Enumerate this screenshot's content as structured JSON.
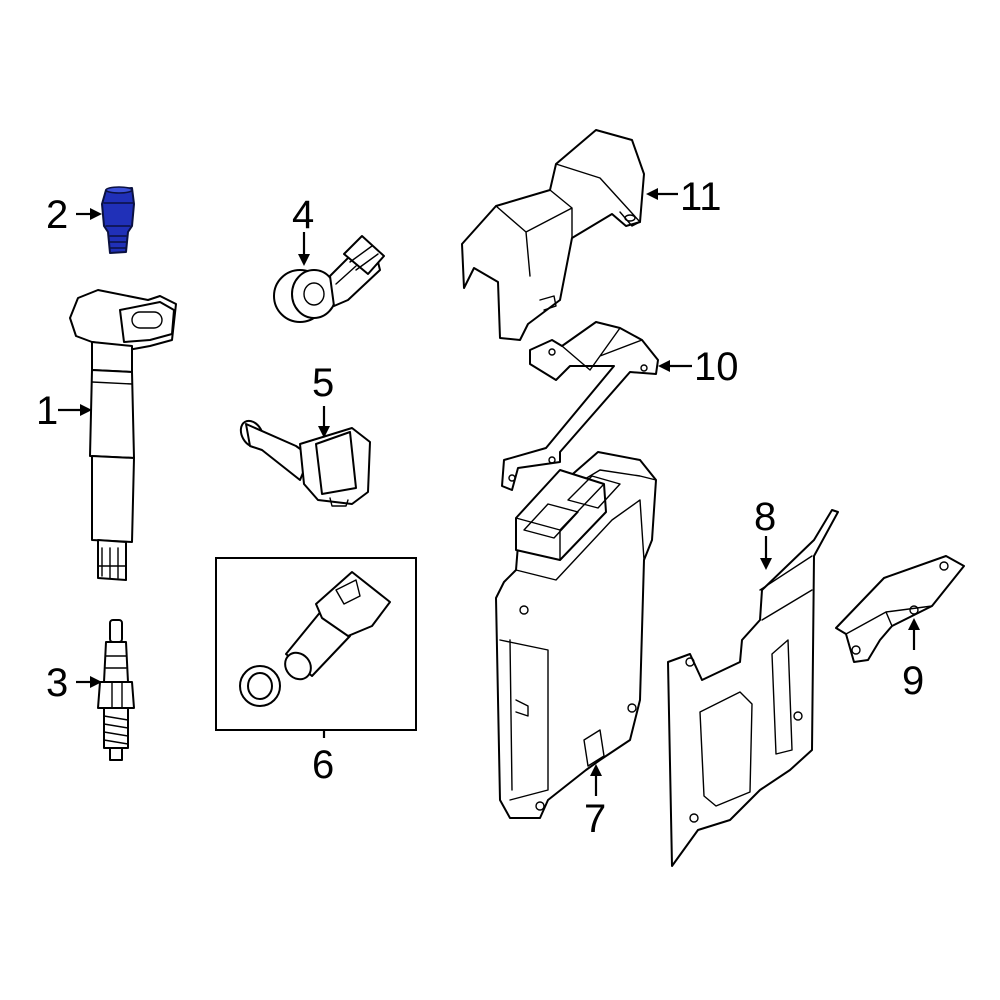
{
  "callouts": [
    "1",
    "2",
    "3",
    "4",
    "5",
    "6",
    "7",
    "8",
    "9",
    "10",
    "11"
  ],
  "highlight_color": "#2030b8",
  "line_color": "#000000",
  "background": "#ffffff",
  "highlighted_part": "2"
}
